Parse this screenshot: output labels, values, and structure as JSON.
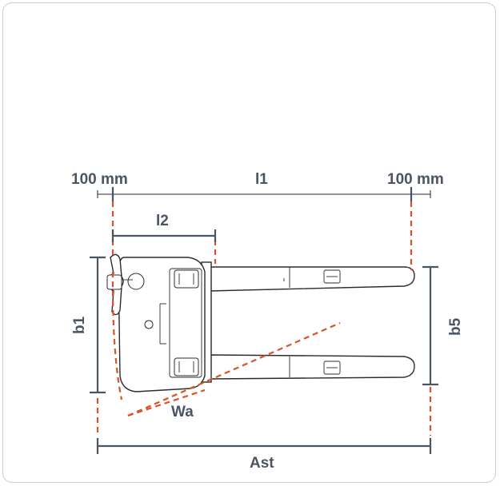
{
  "labels": {
    "margin_left": "100 mm",
    "l1": "l1",
    "margin_right": "100 mm",
    "l2": "l2",
    "b1": "b1",
    "b5": "b5",
    "wa": "Wa",
    "ast": "Ast"
  },
  "colors": {
    "dimension": "#4a5563",
    "dashed_guide": "#d9532a",
    "border": "#c9cdd2"
  }
}
